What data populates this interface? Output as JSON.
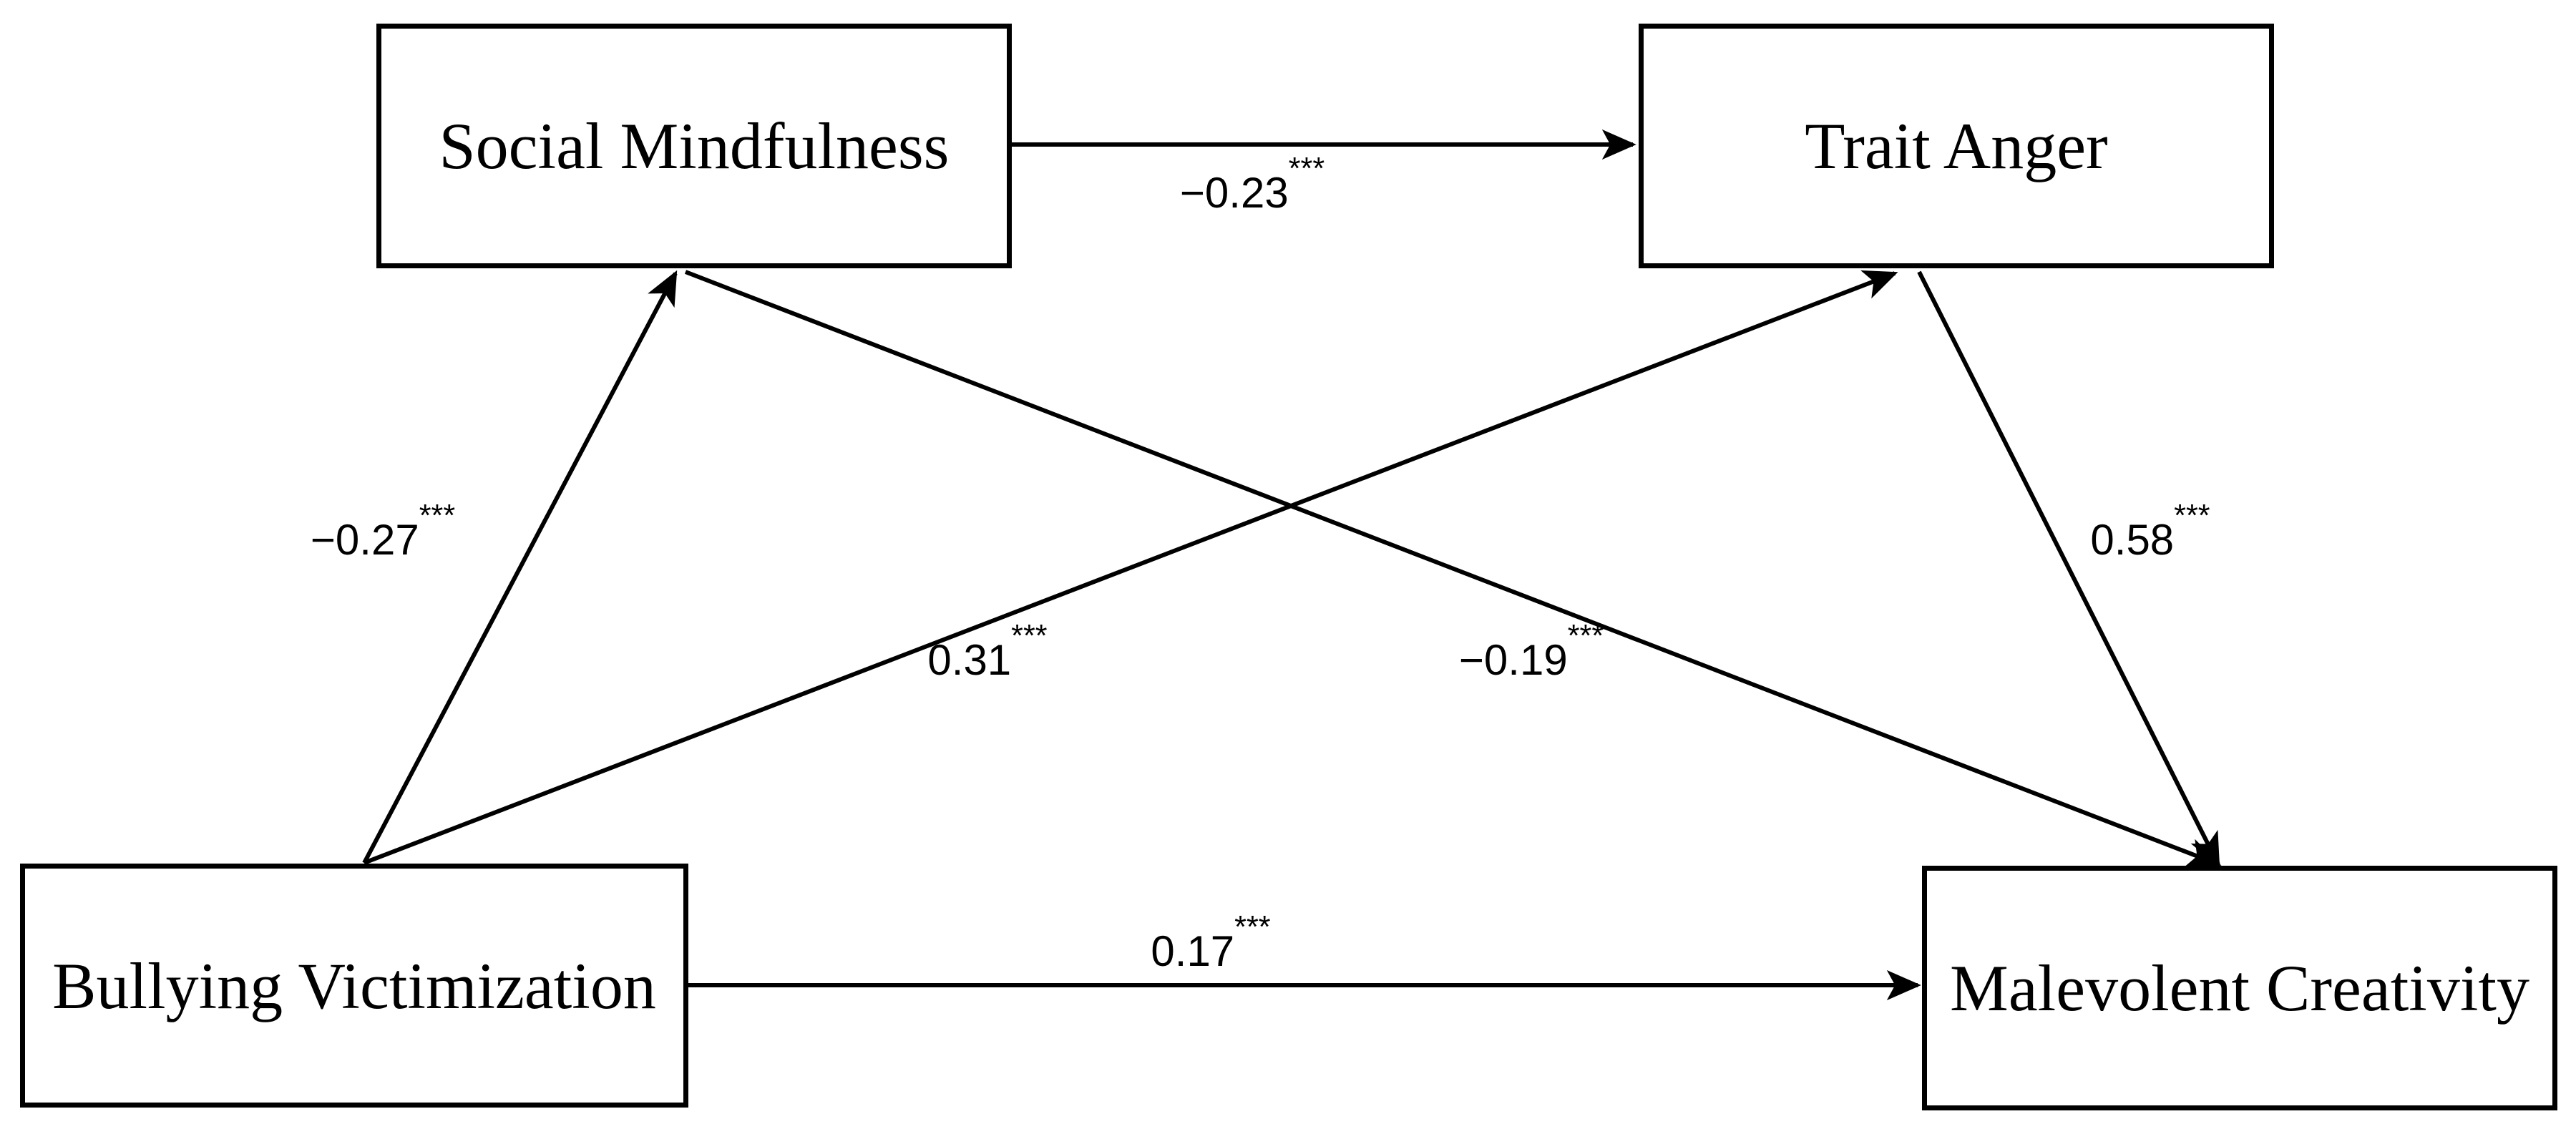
{
  "diagram": {
    "type": "path-model",
    "background_color": "#ffffff",
    "line_color": "#000000",
    "nodes": [
      {
        "id": "social_mindfulness",
        "label": "Social Mindfulness"
      },
      {
        "id": "trait_anger",
        "label": "Trait Anger"
      },
      {
        "id": "bullying_victimization",
        "label": "Bullying Victimization"
      },
      {
        "id": "malevolent_creativity",
        "label": "Malevolent Creativity"
      }
    ],
    "edges": [
      {
        "from": "social_mindfulness",
        "to": "trait_anger",
        "coefficient": "−0.23",
        "significance": "***"
      },
      {
        "from": "bullying_victimization",
        "to": "social_mindfulness",
        "coefficient": "−0.27",
        "significance": "***"
      },
      {
        "from": "bullying_victimization",
        "to": "trait_anger",
        "coefficient": "0.31",
        "significance": "***"
      },
      {
        "from": "social_mindfulness",
        "to": "malevolent_creativity",
        "coefficient": "−0.19",
        "significance": "***"
      },
      {
        "from": "trait_anger",
        "to": "malevolent_creativity",
        "coefficient": "0.58",
        "significance": "***"
      },
      {
        "from": "bullying_victimization",
        "to": "malevolent_creativity",
        "coefficient": "0.17",
        "significance": "***"
      }
    ]
  }
}
